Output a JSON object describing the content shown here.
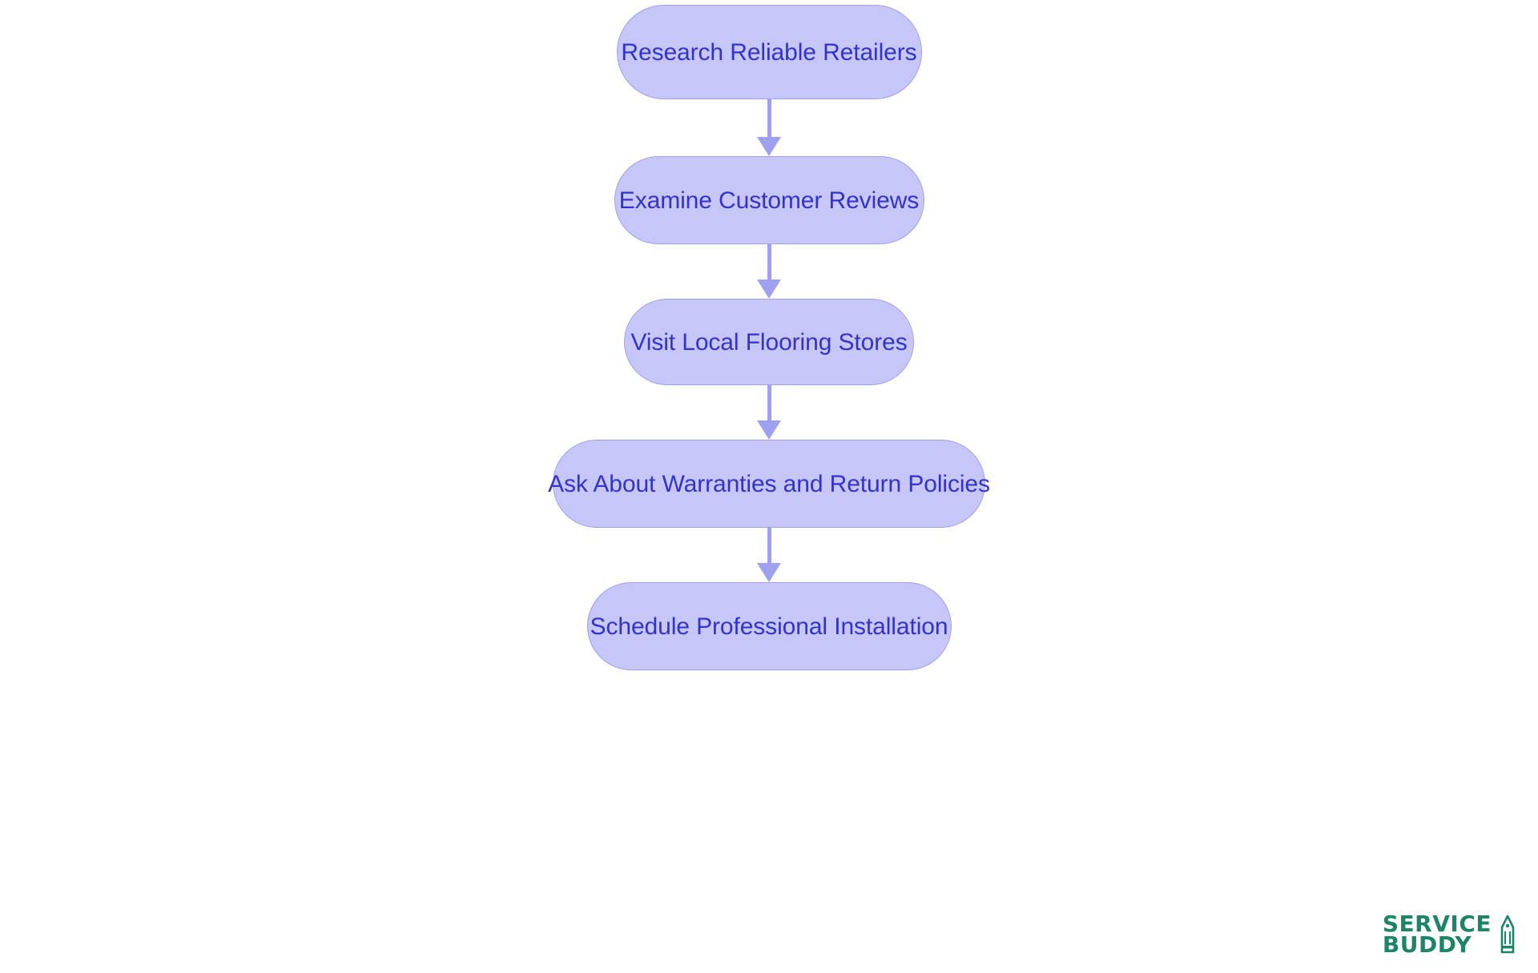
{
  "diagram": {
    "type": "flowchart",
    "orientation": "top-to-bottom",
    "title": "",
    "background_color": "#ffffff",
    "node_fill_color": "#c6c6f9",
    "node_border_color": "#9fa0ee",
    "node_text_color": "#3333cc",
    "connector_color": "#9fa0ee",
    "nodes": [
      {
        "id": "n1",
        "label": "Research Reliable Retailers",
        "shape": "stadium"
      },
      {
        "id": "n2",
        "label": "Examine Customer Reviews",
        "shape": "stadium"
      },
      {
        "id": "n3",
        "label": "Visit Local Flooring Stores",
        "shape": "stadium"
      },
      {
        "id": "n4",
        "label": "Ask About Warranties and Return Policies",
        "shape": "stadium"
      },
      {
        "id": "n5",
        "label": "Schedule Professional Installation",
        "shape": "stadium"
      }
    ],
    "edges": [
      {
        "from": "n1",
        "to": "n2",
        "label": "",
        "arrow": "arrowhead-down-icon"
      },
      {
        "from": "n2",
        "to": "n3",
        "label": "",
        "arrow": "arrowhead-down-icon"
      },
      {
        "from": "n3",
        "to": "n4",
        "label": "",
        "arrow": "arrowhead-down-icon"
      },
      {
        "from": "n4",
        "to": "n5",
        "label": "",
        "arrow": "arrowhead-down-icon"
      }
    ]
  },
  "branding": {
    "name_line_1": "Service",
    "name_line_2": "Buddy",
    "color": "#1c8568",
    "icon": "pencil-icon"
  }
}
